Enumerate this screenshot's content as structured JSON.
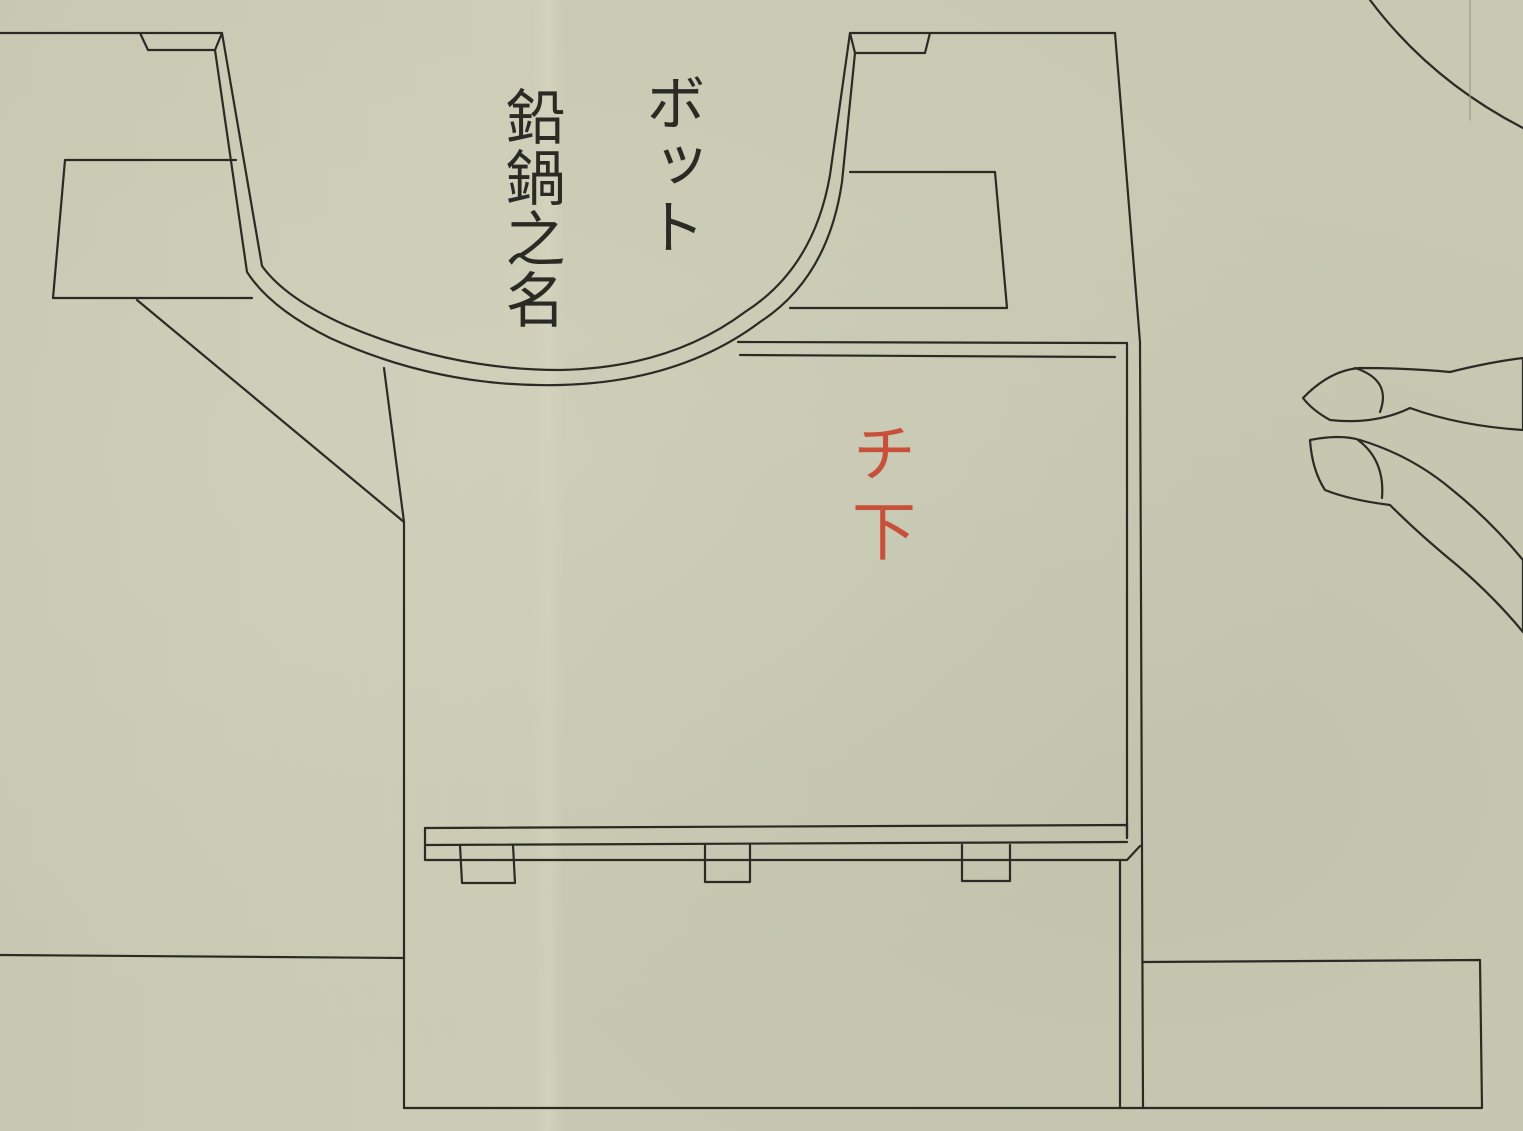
{
  "labels": {
    "pot_katakana": "ボット",
    "pot_name": "鉛鍋之名",
    "red_mark": "チ下"
  },
  "colors": {
    "paper": "#c9c9b4",
    "ink": "#2b2b26",
    "red_ink": "#c8503a"
  }
}
